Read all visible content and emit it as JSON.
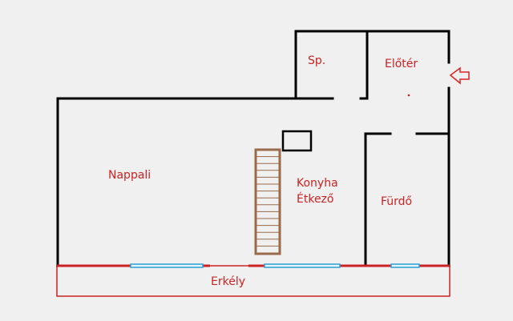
{
  "rooms": {
    "spajz": "Sp.",
    "eloter": "Előtér",
    "nappali": "Nappali",
    "konyha_line1": "Konyha",
    "konyha_line2": "Étkező",
    "furdo": "Fürdő",
    "erkely": "Erkély"
  },
  "colors": {
    "background": "#f0f0f0",
    "wall": "#000000",
    "label": "#cc2222",
    "balcony": "#cc2222",
    "window_stroke": "#2a9fd6",
    "window_fill": "#e6f6ff",
    "stairs": "#9a6a4a",
    "entry_arrow": "#dd2222"
  },
  "icons": {
    "entry": "entry-arrow-icon"
  }
}
